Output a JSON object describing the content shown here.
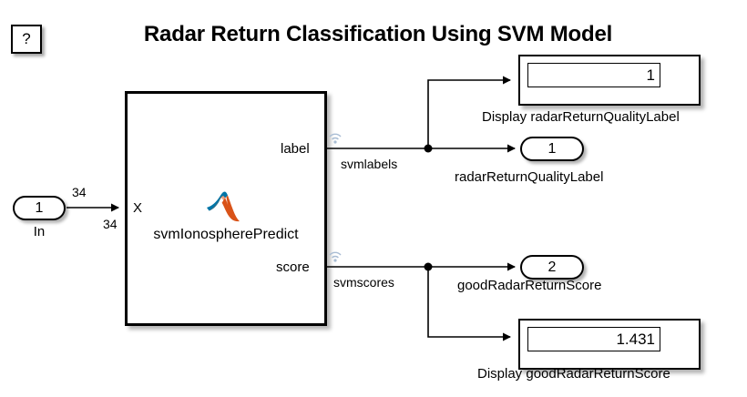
{
  "title": "Radar Return Classification Using SVM Model",
  "help_button": {
    "label": "?",
    "icon": "question-mark-icon"
  },
  "function_block": {
    "name": "svmIonospherePredict",
    "logo": "matlab-logo-icon",
    "input_ports": [
      {
        "label": "X"
      }
    ],
    "output_ports": [
      {
        "label": "label"
      },
      {
        "label": "score"
      }
    ]
  },
  "inports": [
    {
      "number": "1",
      "name": "In",
      "dimension_top": "34",
      "dimension_bottom": "34"
    }
  ],
  "outports": [
    {
      "number": "1",
      "name": "radarReturnQualityLabel"
    },
    {
      "number": "2",
      "name": "goodRadarReturnScore"
    }
  ],
  "displays": [
    {
      "value": "1",
      "caption": "Display radarReturnQualityLabel"
    },
    {
      "value": "1.431",
      "caption": "Display goodRadarReturnScore"
    }
  ],
  "signals": [
    {
      "name": "svmlabels",
      "icon": "wireless-signal-icon"
    },
    {
      "name": "svmscores",
      "icon": "wireless-signal-icon"
    }
  ],
  "colors": {
    "background": "#ffffff",
    "line": "#000000",
    "logo_blue": "#0076a8",
    "logo_orange": "#d95319",
    "radiate": "#a9bdd4"
  }
}
